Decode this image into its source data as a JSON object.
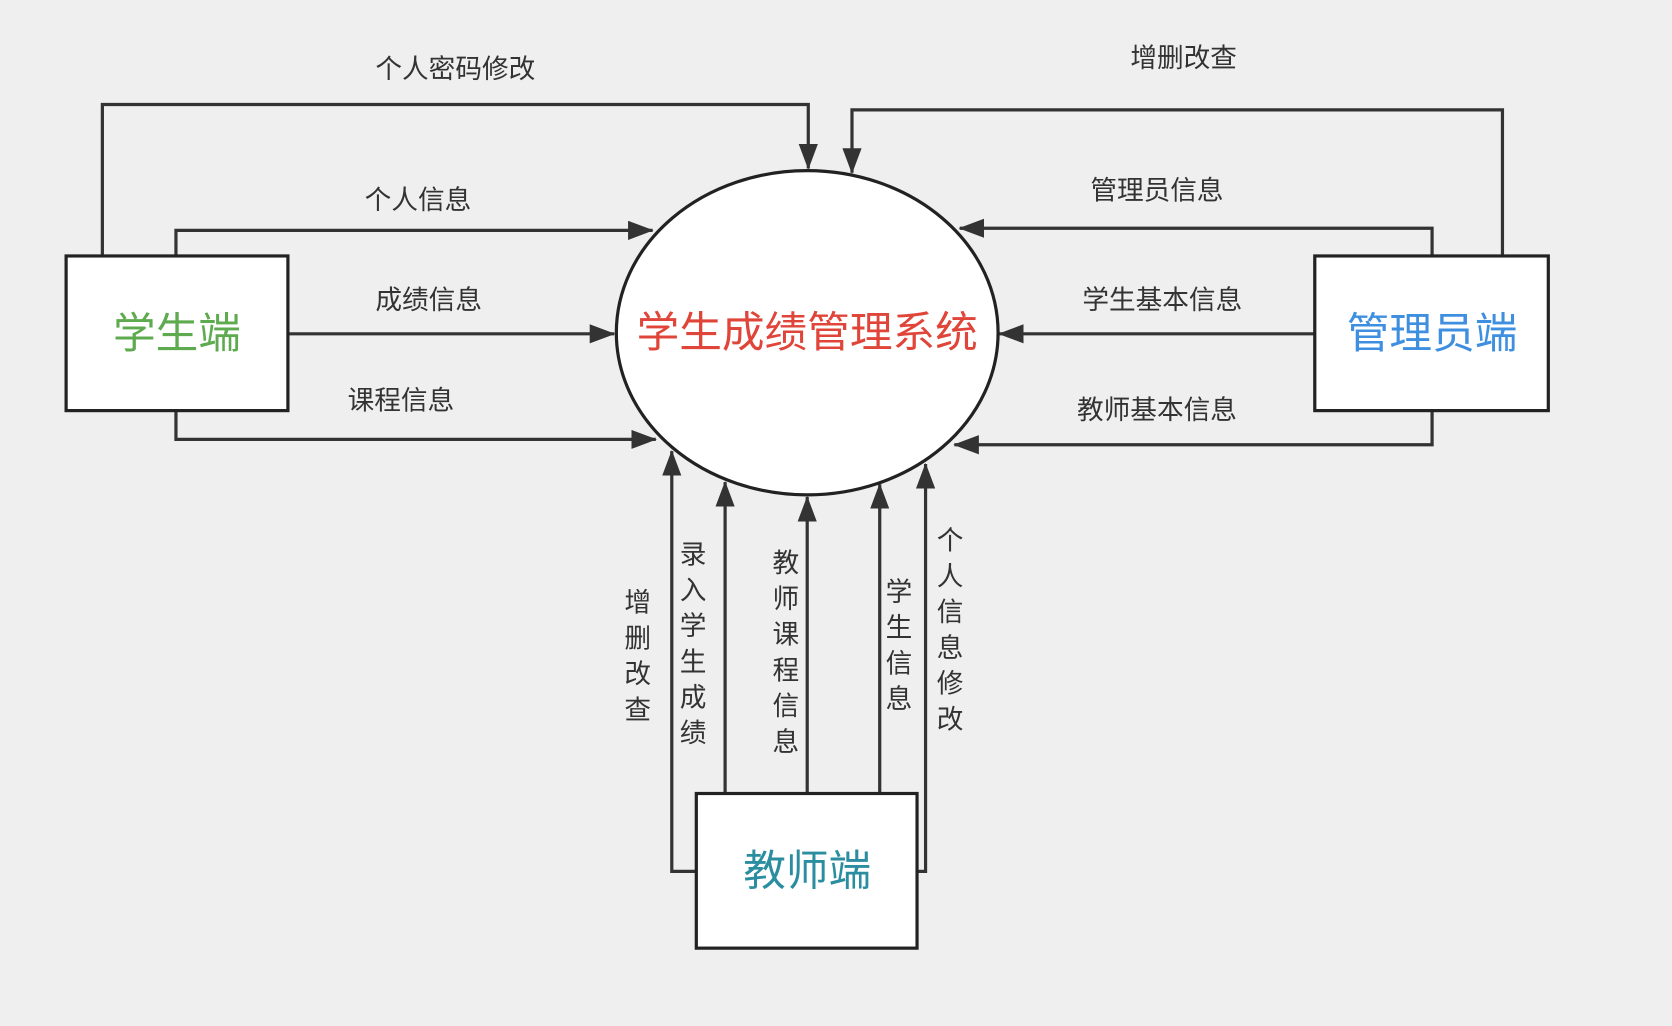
{
  "colors": {
    "background": "#efefef",
    "line": "#333333",
    "node_fill": "#ffffff"
  },
  "diagram": {
    "center": {
      "label": "学生成绩管理系统",
      "color": "#e0453a"
    },
    "nodes": {
      "student": {
        "label": "学生端",
        "color": "#5daa4f"
      },
      "admin": {
        "label": "管理员端",
        "color": "#3e8fe0"
      },
      "teacher": {
        "label": "教师端",
        "color": "#2b8da0"
      }
    },
    "flows": {
      "student": {
        "password_change": "个人密码修改",
        "personal_info": "个人信息",
        "grade_info": "成绩信息",
        "course_info": "课程信息"
      },
      "admin": {
        "crud": "增删改查",
        "admin_info": "管理员信息",
        "student_basic_info": "学生基本信息",
        "teacher_basic_info": "教师基本信息"
      },
      "teacher": {
        "crud": "增删改查",
        "enter_grades": "录入学生成绩",
        "teacher_course_info": "教师课程信息",
        "student_info": "学生信息",
        "personal_info_change": "个人信息修改"
      }
    }
  }
}
